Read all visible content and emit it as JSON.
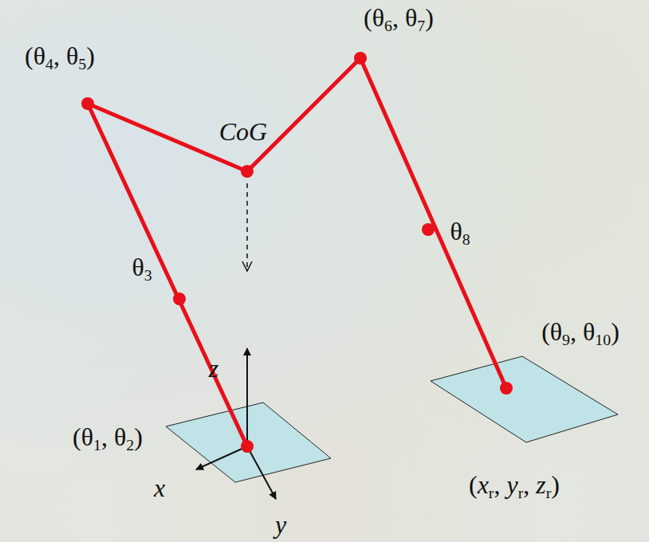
{
  "diagram": {
    "labels": [
      "(θ4, θ5)",
      "(θ6, θ7)",
      "CoG",
      "θ8",
      "θ3",
      "z",
      "(θ9, θ10)",
      "(θ1, θ2)",
      "x",
      "y",
      "(xr, yr, zr)"
    ]
  }
}
